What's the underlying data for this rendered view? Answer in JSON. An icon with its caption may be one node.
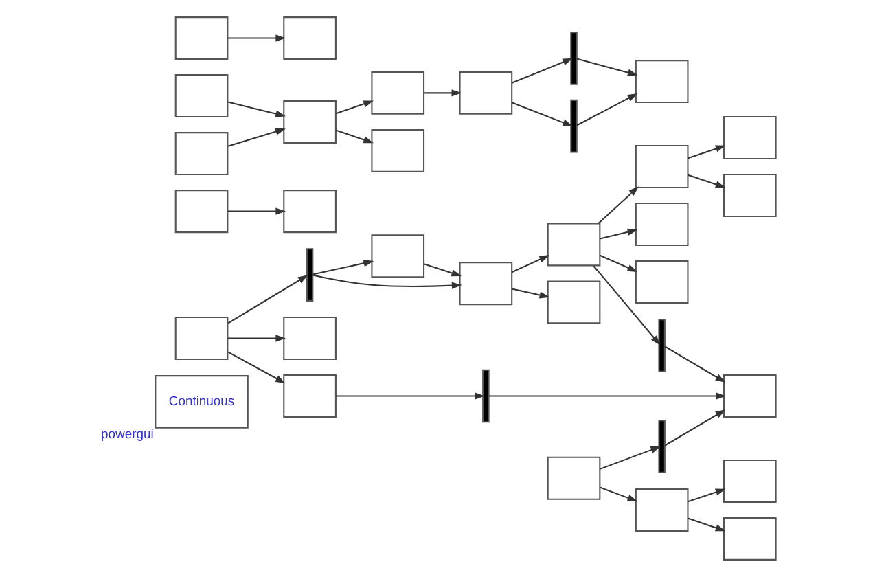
{
  "diagram": {
    "nodes": [
      {
        "text": [
          "Continuous"
        ],
        "beside": [
          "powergui"
        ]
      },
      {
        "text": [],
        "shape": "box"
      },
      {
        "text": [],
        "shape": "box"
      },
      {
        "text": [],
        "shape": "box"
      },
      {
        "text": [],
        "shape": "bar"
      },
      {
        "text": [],
        "shape": "box"
      },
      {
        "text": [],
        "shape": "box"
      },
      {
        "text": [],
        "shape": "box"
      },
      {
        "text": [],
        "shape": "box"
      },
      {
        "text": [],
        "shape": "box"
      },
      {
        "text": [],
        "shape": "bar"
      },
      {
        "text": [],
        "shape": "box"
      },
      {
        "text": [],
        "shape": "bar"
      },
      {
        "text": [],
        "shape": "box"
      },
      {
        "text": [],
        "shape": "box"
      },
      {
        "text": [],
        "shape": "box"
      },
      {
        "text": [],
        "shape": "box"
      },
      {
        "text": [],
        "shape": "box"
      },
      {
        "text": [],
        "shape": "box"
      },
      {
        "text": [],
        "shape": "box"
      },
      {
        "text": [],
        "shape": "box"
      },
      {
        "text": [],
        "shape": "box"
      },
      {
        "text": [],
        "shape": "box"
      },
      {
        "text": [],
        "shape": "box"
      },
      {
        "text": [],
        "shape": "box"
      },
      {
        "text": [],
        "shape": "box"
      },
      {
        "text": [],
        "shape": "bar"
      },
      {
        "text": [],
        "shape": "box"
      },
      {
        "text": [],
        "shape": "box"
      },
      {
        "text": [],
        "shape": "box"
      },
      {
        "text": [],
        "shape": "box"
      },
      {
        "text": [],
        "shape": "bar"
      },
      {
        "text": [],
        "shape": "bar"
      },
      {
        "text": [],
        "shape": "box"
      },
      {
        "text": [],
        "shape": "box"
      }
    ],
    "edges": [
      {
        "from": 1,
        "to": 2,
        "arrow": "to"
      },
      {
        "from": 1,
        "to": 3,
        "arrow": "to"
      },
      {
        "from": 1,
        "to": 4,
        "arrow": "to"
      },
      {
        "from": 2,
        "to": 10,
        "arrow": "to"
      },
      {
        "from": 4,
        "to": 5,
        "arrow": "to"
      },
      {
        "from": 4,
        "to": 7,
        "arrow": "to"
      },
      {
        "from": 5,
        "to": 7,
        "arrow": "to"
      },
      {
        "from": 7,
        "to": 6,
        "arrow": "to"
      },
      {
        "from": 7,
        "to": 13,
        "arrow": "to"
      },
      {
        "from": 9,
        "to": 8,
        "arrow": "to"
      },
      {
        "from": 10,
        "to": 11,
        "arrow": "to"
      },
      {
        "from": 13,
        "to": 12,
        "arrow": "to"
      },
      {
        "from": 12,
        "to": 11,
        "arrow": "to"
      },
      {
        "from": 13,
        "to": 14,
        "arrow": "to"
      },
      {
        "from": 13,
        "to": 15,
        "arrow": "to"
      },
      {
        "from": 13,
        "to": 18,
        "arrow": "to"
      },
      {
        "from": 15,
        "to": 16,
        "arrow": "to"
      },
      {
        "from": 15,
        "to": 17,
        "arrow": "to"
      },
      {
        "from": 20,
        "to": 22,
        "arrow": "to"
      },
      {
        "from": 21,
        "to": 22,
        "arrow": "to"
      },
      {
        "from": 22,
        "to": 19,
        "arrow": "to"
      },
      {
        "from": 22,
        "to": 23,
        "arrow": "to"
      },
      {
        "from": 19,
        "to": 24,
        "arrow": "to"
      },
      {
        "from": 24,
        "to": 31,
        "arrow": "to"
      },
      {
        "from": 24,
        "to": 32,
        "arrow": "to"
      },
      {
        "from": 25,
        "to": 26,
        "arrow": "to"
      },
      {
        "from": 25,
        "to": 27,
        "arrow": "to"
      },
      {
        "from": 26,
        "to": 11,
        "arrow": "to"
      },
      {
        "from": 27,
        "to": 28,
        "arrow": "to"
      },
      {
        "from": 27,
        "to": 29,
        "arrow": "to"
      },
      {
        "from": 31,
        "to": 30,
        "arrow": "to"
      },
      {
        "from": 32,
        "to": 30,
        "arrow": "to"
      },
      {
        "from": 33,
        "to": 34,
        "arrow": "to"
      }
    ]
  }
}
